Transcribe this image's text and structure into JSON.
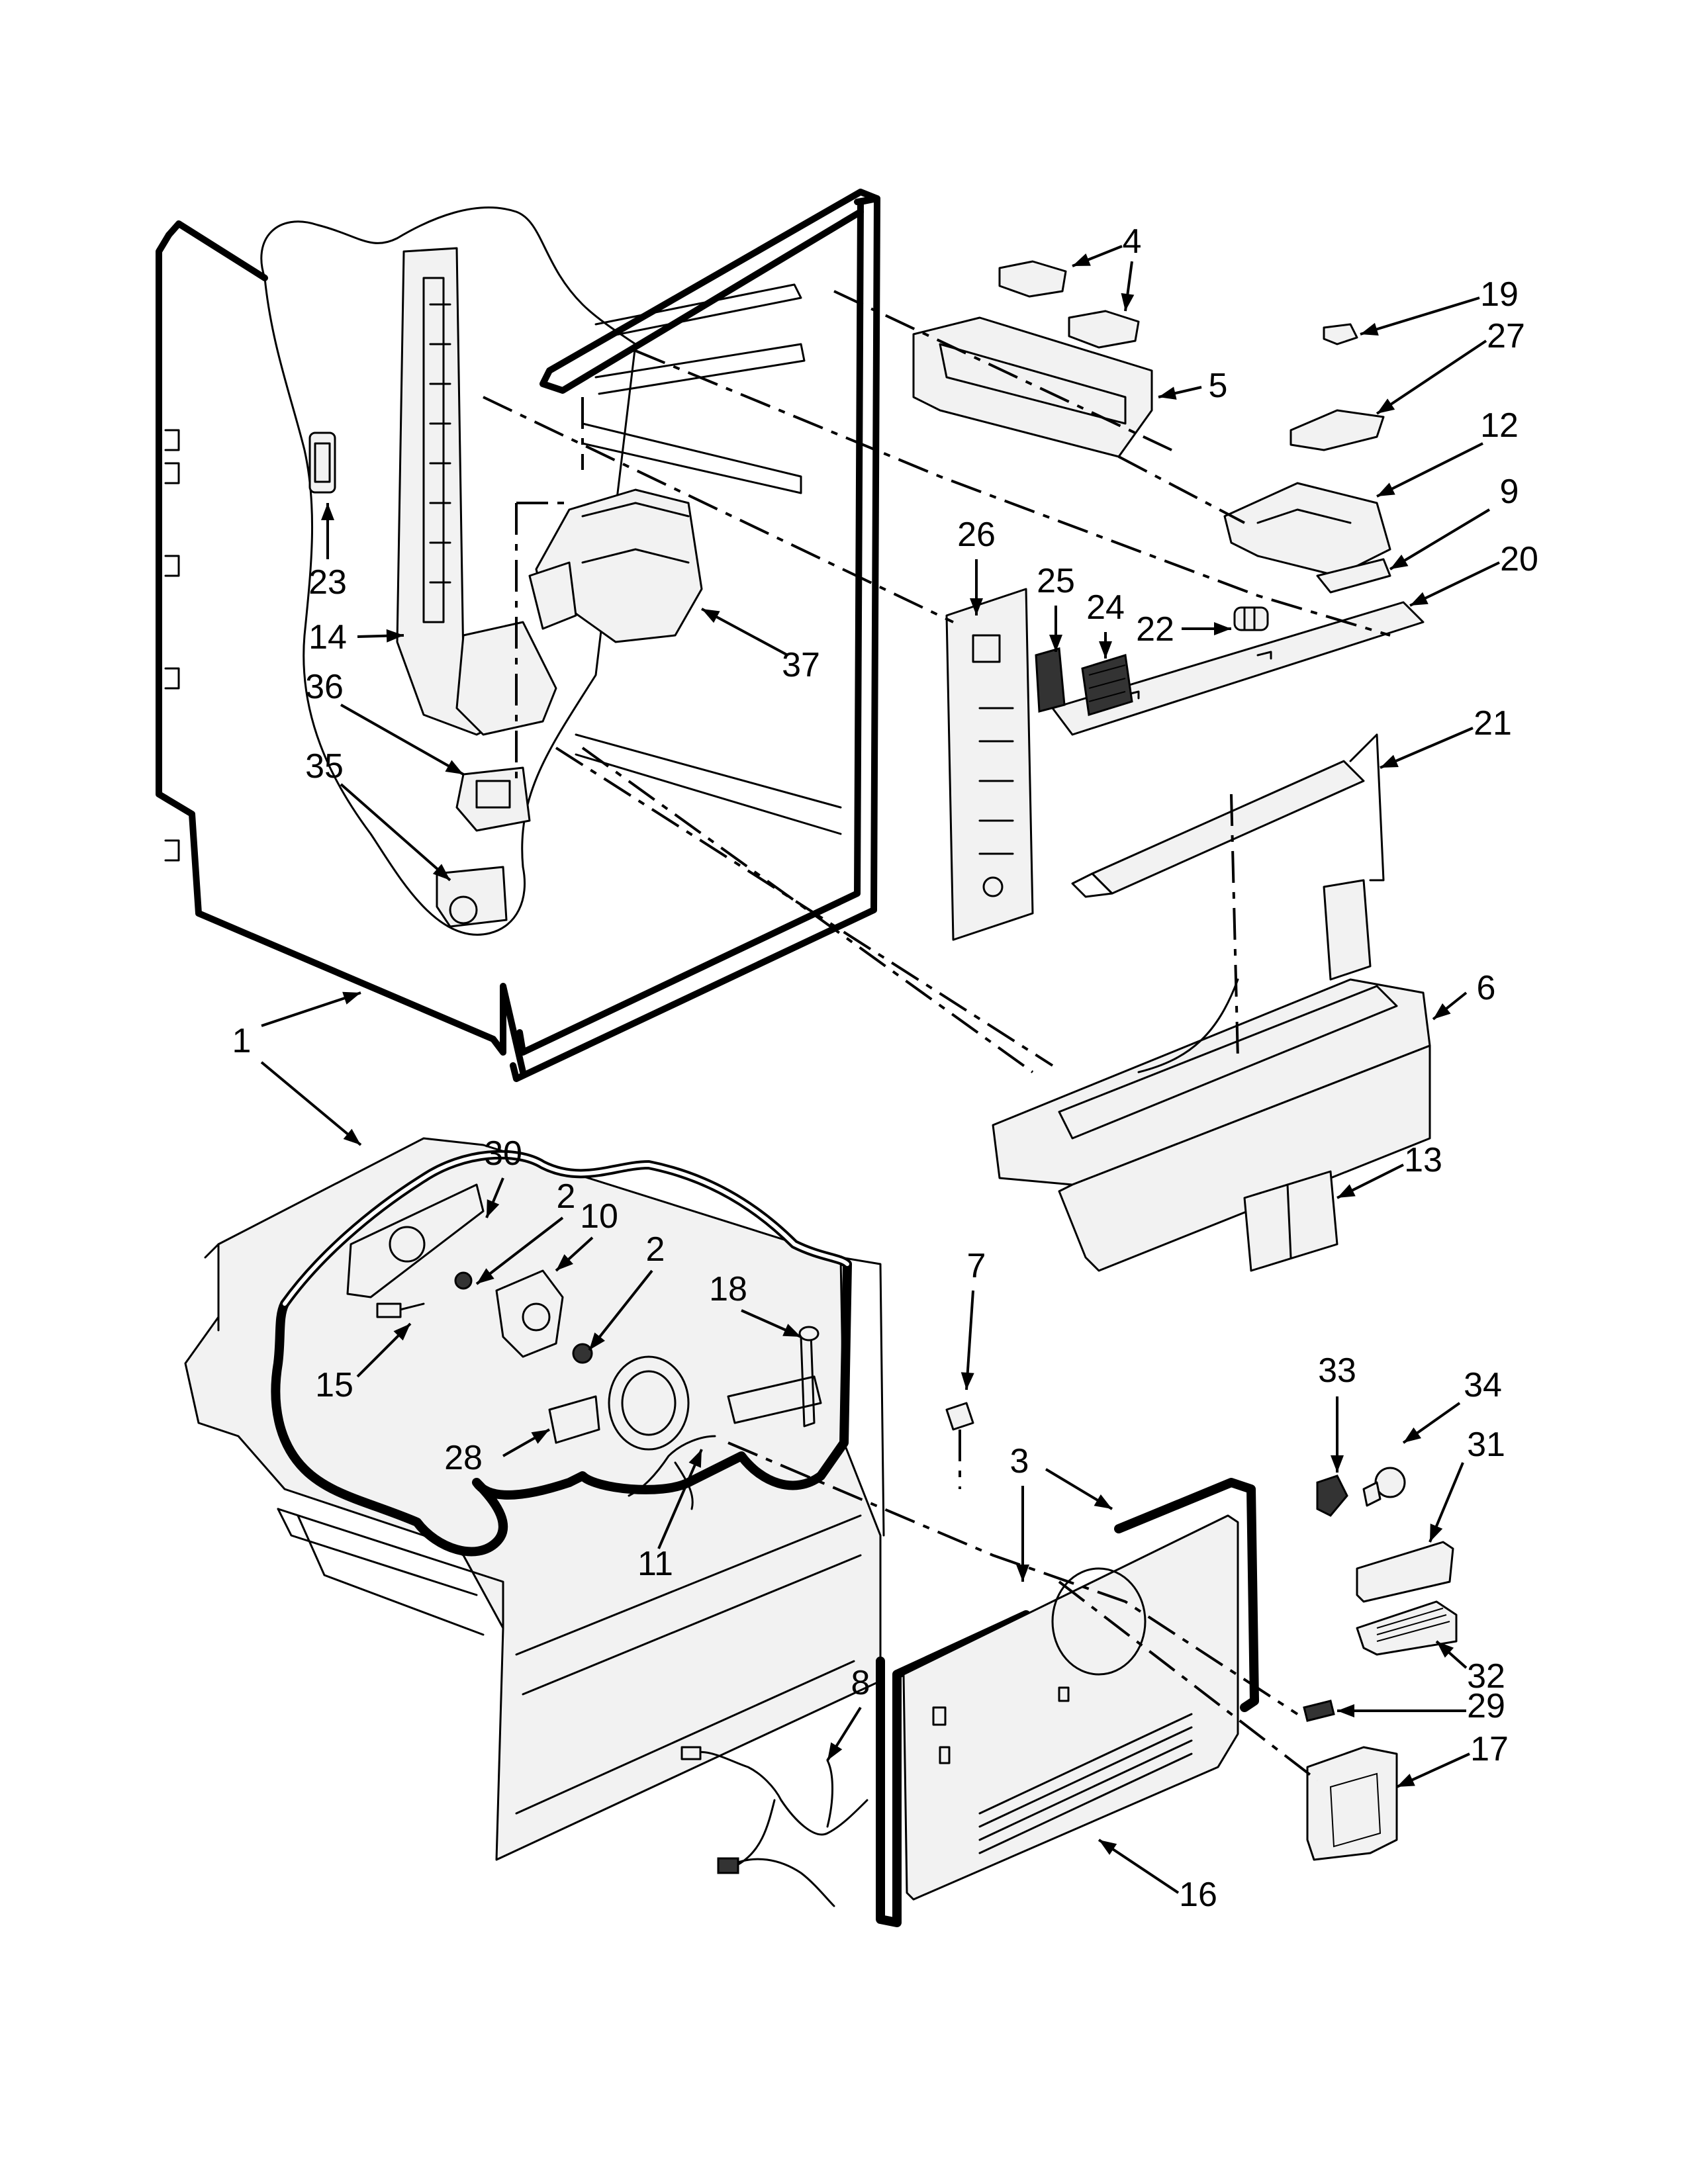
{
  "callouts": [
    {
      "id": "1",
      "text": "1"
    },
    {
      "id": "2a",
      "text": "2"
    },
    {
      "id": "2b",
      "text": "2"
    },
    {
      "id": "3",
      "text": "3"
    },
    {
      "id": "4",
      "text": "4"
    },
    {
      "id": "5",
      "text": "5"
    },
    {
      "id": "6",
      "text": "6"
    },
    {
      "id": "7",
      "text": "7"
    },
    {
      "id": "8",
      "text": "8"
    },
    {
      "id": "9",
      "text": "9"
    },
    {
      "id": "10",
      "text": "10"
    },
    {
      "id": "11",
      "text": "11"
    },
    {
      "id": "12",
      "text": "12"
    },
    {
      "id": "13",
      "text": "13"
    },
    {
      "id": "14",
      "text": "14"
    },
    {
      "id": "15",
      "text": "15"
    },
    {
      "id": "16",
      "text": "16"
    },
    {
      "id": "17",
      "text": "17"
    },
    {
      "id": "18",
      "text": "18"
    },
    {
      "id": "19",
      "text": "19"
    },
    {
      "id": "20",
      "text": "20"
    },
    {
      "id": "21",
      "text": "21"
    },
    {
      "id": "22",
      "text": "22"
    },
    {
      "id": "23",
      "text": "23"
    },
    {
      "id": "24",
      "text": "24"
    },
    {
      "id": "25",
      "text": "25"
    },
    {
      "id": "26",
      "text": "26"
    },
    {
      "id": "27",
      "text": "27"
    },
    {
      "id": "28",
      "text": "28"
    },
    {
      "id": "29",
      "text": "29"
    },
    {
      "id": "30",
      "text": "30"
    },
    {
      "id": "31",
      "text": "31"
    },
    {
      "id": "32",
      "text": "32"
    },
    {
      "id": "33",
      "text": "33"
    },
    {
      "id": "34",
      "text": "34"
    },
    {
      "id": "35",
      "text": "35"
    },
    {
      "id": "36",
      "text": "36"
    },
    {
      "id": "37",
      "text": "37"
    }
  ]
}
